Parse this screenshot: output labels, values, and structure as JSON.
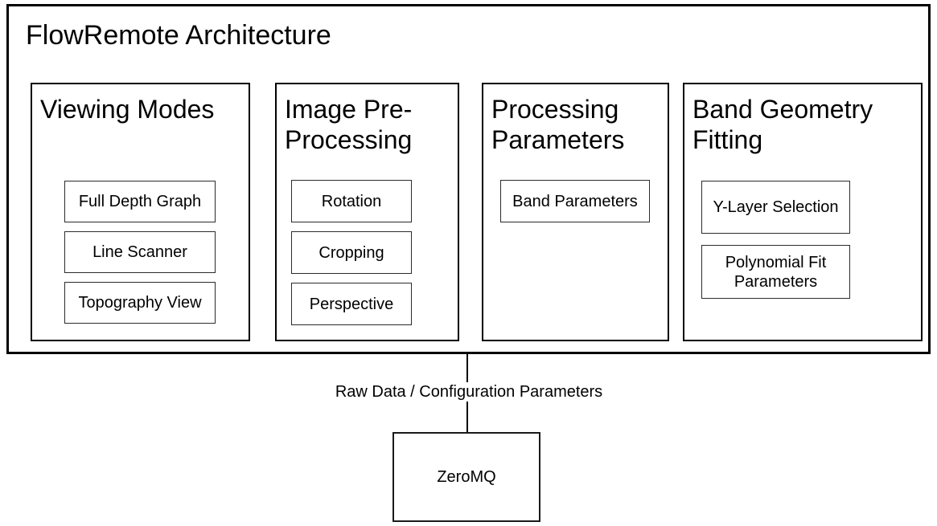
{
  "diagram": {
    "title": "FlowRemote Architecture",
    "groups": [
      {
        "title": "Viewing Modes",
        "items": [
          "Full Depth Graph",
          "Line Scanner",
          "Topography View"
        ]
      },
      {
        "title": "Image Pre-Processing",
        "items": [
          "Rotation",
          "Cropping",
          "Perspective"
        ]
      },
      {
        "title": "Processing Parameters",
        "items": [
          "Band Parameters"
        ]
      },
      {
        "title": "Band Geometry Fitting",
        "items": [
          "Y-Layer Selection",
          "Polynomial Fit Parameters"
        ]
      }
    ],
    "connector_label": "Raw Data / Configuration Parameters",
    "external_node": "ZeroMQ",
    "colors": {
      "background": "#ffffff",
      "border": "#000000",
      "text": "#000000"
    }
  }
}
